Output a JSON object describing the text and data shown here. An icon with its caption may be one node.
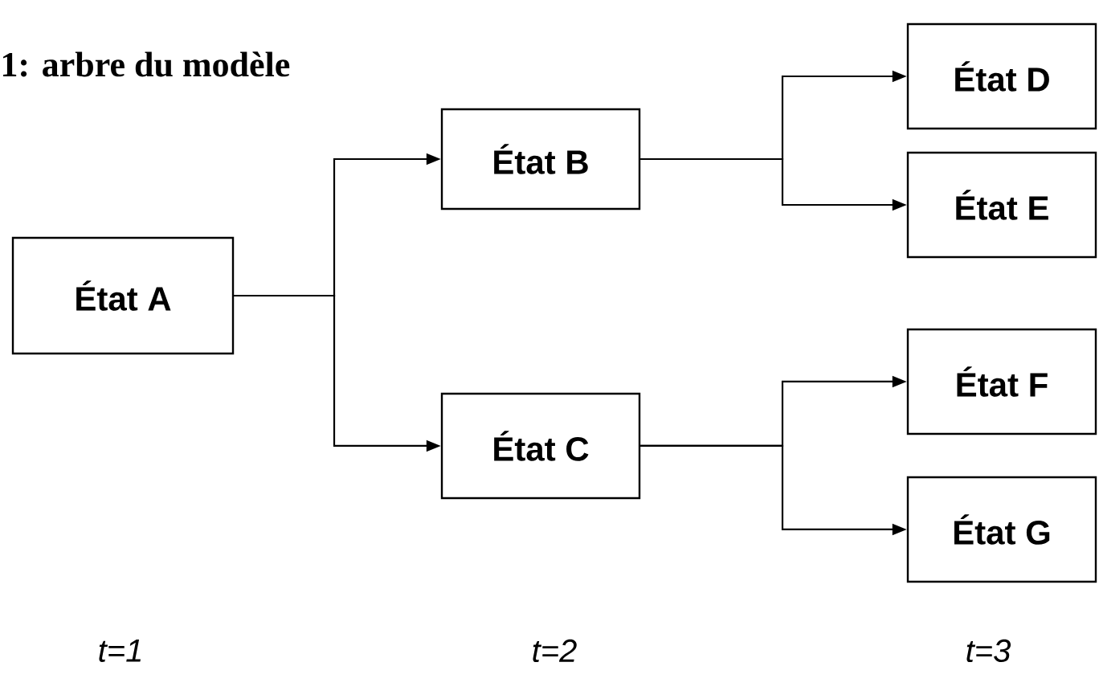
{
  "diagram": {
    "title": "1: arbre du modèle",
    "nodes": [
      {
        "text": [
          "État A"
        ]
      },
      {
        "text": [
          "État B"
        ]
      },
      {
        "text": [
          "État C"
        ]
      },
      {
        "text": [
          "État D"
        ]
      },
      {
        "text": [
          "État E"
        ]
      },
      {
        "text": [
          "État F"
        ]
      },
      {
        "text": [
          "État G"
        ]
      }
    ],
    "edges": [
      {
        "from": 0,
        "to": 1,
        "arrow": "to"
      },
      {
        "from": 0,
        "to": 2,
        "arrow": "to"
      },
      {
        "from": 1,
        "to": 3,
        "arrow": "to"
      },
      {
        "from": 1,
        "to": 4,
        "arrow": "to"
      },
      {
        "from": 2,
        "to": 5,
        "arrow": "to"
      },
      {
        "from": 2,
        "to": 6,
        "arrow": "to"
      }
    ],
    "labels": [
      "t=1",
      "t=2",
      "t=3"
    ]
  }
}
